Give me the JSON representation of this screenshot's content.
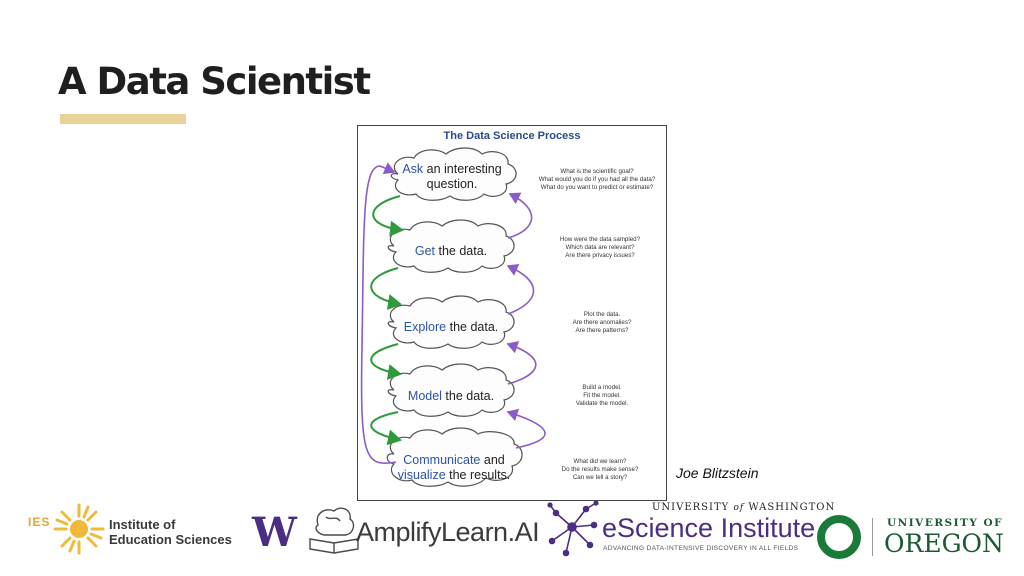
{
  "slide": {
    "title": "A Data Scientist",
    "credit": "Joe Blitzstein"
  },
  "diagram": {
    "title": "The Data Science Process",
    "steps": [
      {
        "keyword": "Ask",
        "rest": " an interesting question.",
        "questions": [
          "What is the scientific goal?",
          "What would you do if you had all the data?",
          "What do you want to predict or estimate?"
        ]
      },
      {
        "keyword": "Get",
        "rest": " the data.",
        "questions": [
          "How were the data sampled?",
          "Which data are relevant?",
          "Are there privacy issues?"
        ]
      },
      {
        "keyword": "Explore",
        "rest": " the data.",
        "questions": [
          "Plot the data.",
          "Are there anomalies?",
          "Are there patterns?"
        ]
      },
      {
        "keyword": "Model",
        "rest": " the data.",
        "questions": [
          "Build a model.",
          "Fit the model.",
          "Validate the model."
        ]
      },
      {
        "keyword": "Communicate",
        "rest": " and",
        "keyword2": "visualize",
        "rest2": " the results.",
        "questions": [
          "What did we learn?",
          "Do the results make sense?",
          "Can we tell a story?"
        ]
      }
    ],
    "colors": {
      "forward_arrow": "#2e9a3a",
      "back_arrow": "#8a5cc8",
      "keyword": "#2a54a8",
      "title": "#2b4a8e"
    }
  },
  "logos": {
    "ies_abbr": "IES",
    "ies_line1": "Institute of",
    "ies_line2": "Education Sciences",
    "uw_letter": "W",
    "amplify": "AmplifyLearn.AI",
    "uw_name_pre": "UNIVERSITY ",
    "uw_name_of": "of",
    "uw_name_post": " WASHINGTON",
    "escience": "eScience Institute",
    "escience_sub": "ADVANCING DATA-INTENSIVE DISCOVERY IN ALL FIELDS",
    "uo_top": "UNIVERSITY OF",
    "uo_bottom": "OREGON"
  }
}
